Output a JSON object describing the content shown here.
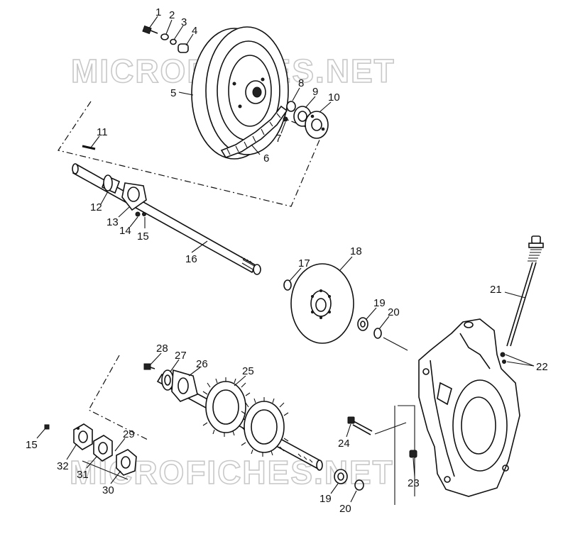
{
  "watermark": {
    "top": "MICROFICHES.NET",
    "bottom": "MICROFICHES.NET"
  },
  "callouts": [
    {
      "n": "1"
    },
    {
      "n": "2"
    },
    {
      "n": "3"
    },
    {
      "n": "4"
    },
    {
      "n": "5"
    },
    {
      "n": "6"
    },
    {
      "n": "7"
    },
    {
      "n": "8"
    },
    {
      "n": "9"
    },
    {
      "n": "10"
    },
    {
      "n": "11"
    },
    {
      "n": "12"
    },
    {
      "n": "13"
    },
    {
      "n": "14"
    },
    {
      "n": "15"
    },
    {
      "n": "16"
    },
    {
      "n": "17"
    },
    {
      "n": "18"
    },
    {
      "n": "19"
    },
    {
      "n": "20"
    },
    {
      "n": "21"
    },
    {
      "n": "22"
    },
    {
      "n": "28"
    },
    {
      "n": "27"
    },
    {
      "n": "26"
    },
    {
      "n": "25"
    },
    {
      "n": "24"
    },
    {
      "n": "23"
    },
    {
      "n": "15"
    },
    {
      "n": "32"
    },
    {
      "n": "31"
    },
    {
      "n": "29"
    },
    {
      "n": "30"
    },
    {
      "n": "19"
    },
    {
      "n": "20"
    }
  ]
}
